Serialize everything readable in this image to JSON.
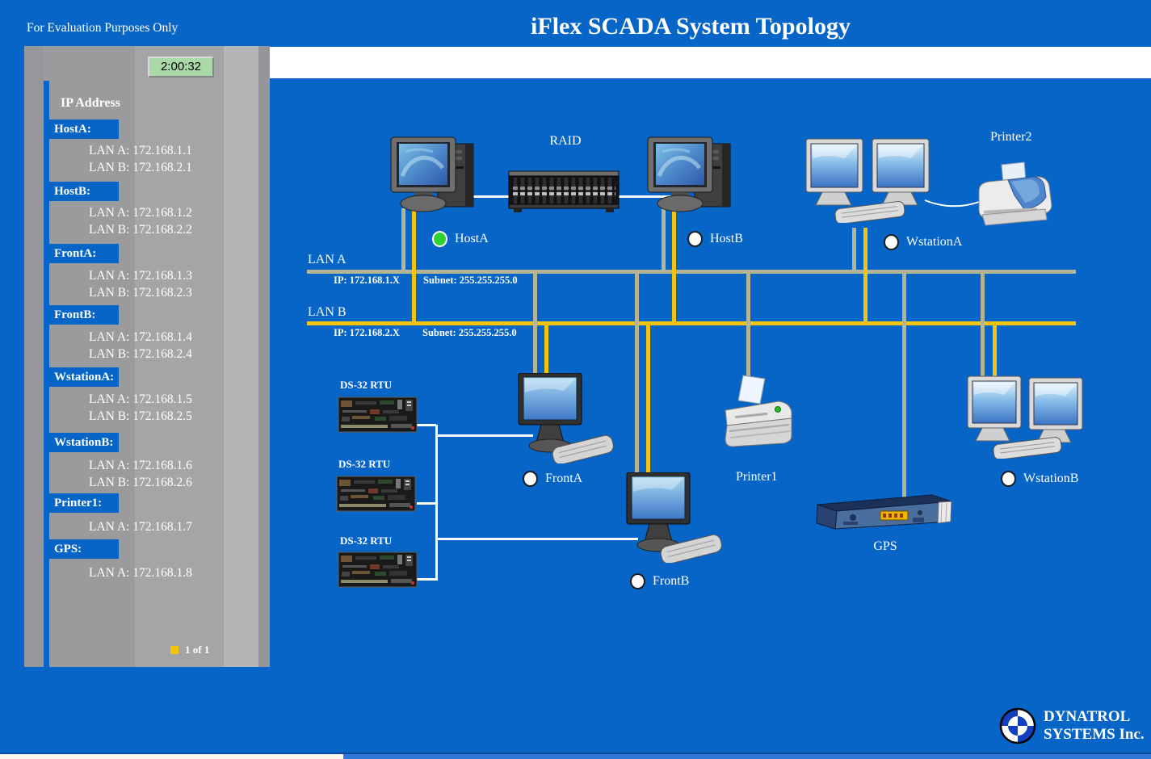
{
  "header": {
    "eval_notice": "For Evaluation Purposes Only",
    "title": "iFlex SCADA System Topology"
  },
  "sidebar": {
    "clock": "2:00:32",
    "heading": "IP Address",
    "entries": [
      {
        "label": "HostA:",
        "rows": [
          "LAN A: 172.168.1.1",
          "LAN B: 172.168.2.1"
        ]
      },
      {
        "label": "HostB:",
        "rows": [
          "LAN A: 172.168.1.2",
          "LAN B: 172.168.2.2"
        ]
      },
      {
        "label": "FrontA:",
        "rows": [
          "LAN A: 172.168.1.3",
          "LAN B: 172.168.2.3"
        ]
      },
      {
        "label": "FrontB:",
        "rows": [
          "LAN A: 172.168.1.4",
          "LAN B: 172.168.2.4"
        ]
      },
      {
        "label": "WstationA:",
        "rows": [
          "LAN A: 172.168.1.5",
          "LAN B: 172.168.2.5"
        ]
      },
      {
        "label": "WstationB:",
        "rows": [
          "LAN A: 172.168.1.6",
          "LAN B: 172.168.2.6"
        ]
      },
      {
        "label": "Printer1:",
        "rows": [
          "LAN A: 172.168.1.7"
        ]
      },
      {
        "label": "GPS:",
        "rows": [
          "LAN A: 172.168.1.8"
        ]
      }
    ],
    "page_indicator": "1 of 1"
  },
  "topology": {
    "lan_a": {
      "label": "LAN A",
      "ip": "IP: 172.168.1.X",
      "subnet": "Subnet: 255.255.255.0"
    },
    "lan_b": {
      "label": "LAN B",
      "ip": "IP: 172.168.2.X",
      "subnet": "Subnet: 255.255.255.0"
    },
    "nodes": {
      "host_a": "HostA",
      "host_b": "HostB",
      "raid": "RAID",
      "wstation_a": "WstationA",
      "printer2": "Printer2",
      "front_a": "FrontA",
      "front_b": "FrontB",
      "printer1": "Printer1",
      "gps": "GPS",
      "wstation_b": "WstationB",
      "rtu1": "DS-32 RTU",
      "rtu2": "DS-32 RTU",
      "rtu3": "DS-32 RTU"
    },
    "icons": {
      "host": "desktop-computer",
      "raid": "disk-array",
      "workstation": "dual-monitor-workstation",
      "printer": "printer",
      "rtu": "rtu-circuit-board",
      "gps": "rack-receiver",
      "status": "status-lamp"
    }
  },
  "branding": {
    "line1": "DYNATROL",
    "line2": "SYSTEMS Inc."
  },
  "colors": {
    "accent": "#0765C7",
    "lan_a": "#B5B596",
    "lan_b": "#F2C40C",
    "online": "#2FD32F",
    "clock_bg": "#A9D9A9"
  }
}
